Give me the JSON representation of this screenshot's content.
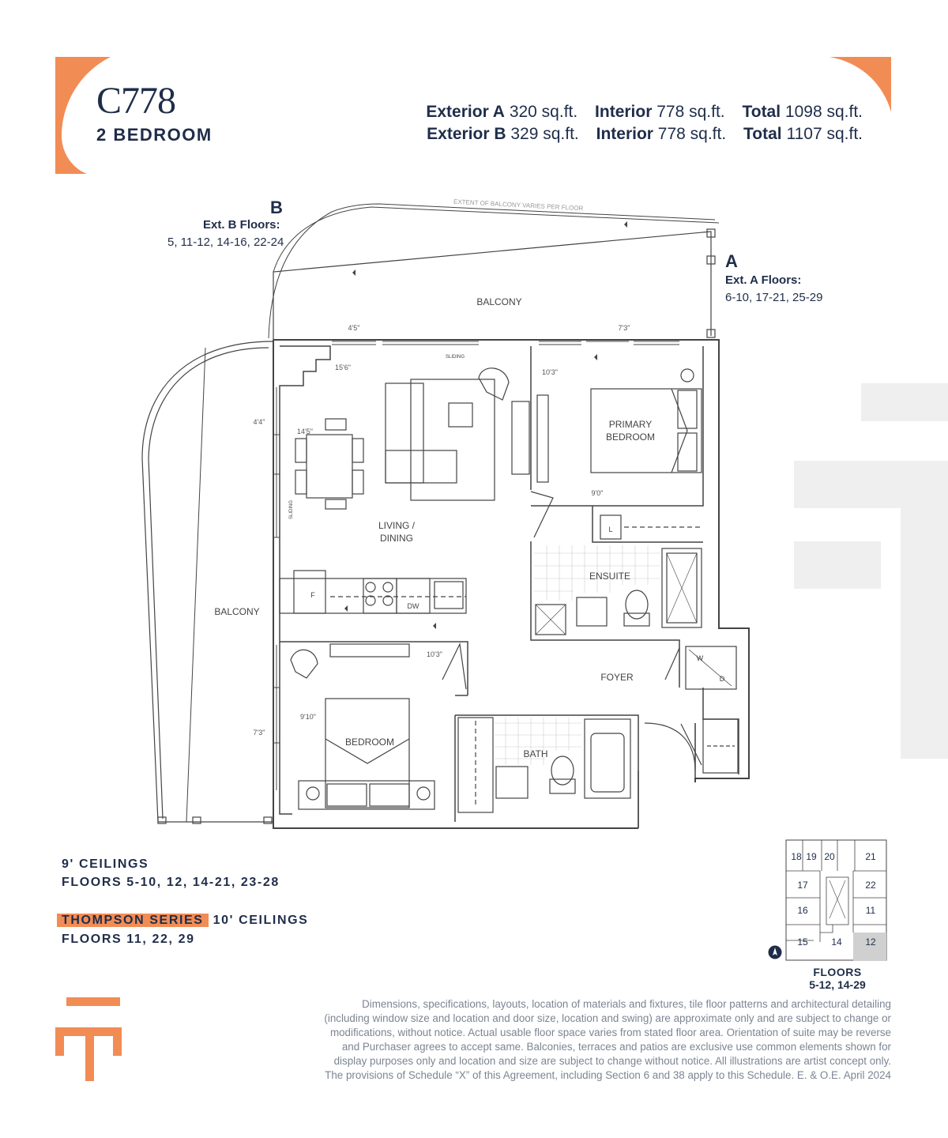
{
  "header": {
    "unit_code": "C778",
    "unit_type": "2 BEDROOM",
    "row_a": {
      "ext_label": "Exterior A",
      "ext_value": "320 sq.ft.",
      "int_label": "Interior",
      "int_value": "778 sq.ft.",
      "total_label": "Total",
      "total_value": "1098 sq.ft."
    },
    "row_b": {
      "ext_label": "Exterior B",
      "ext_value": "329 sq.ft.",
      "int_label": "Interior",
      "int_value": "778 sq.ft.",
      "total_label": "Total",
      "total_value": "1107 sq.ft."
    }
  },
  "plan": {
    "ext_b": {
      "letter": "B",
      "title": "Ext. B Floors:",
      "floors": "5, 11-12, 14-16, 22-24"
    },
    "ext_a": {
      "letter": "A",
      "title": "Ext. A Floors:",
      "floors": "6-10, 17-21, 25-29"
    },
    "extent_note": "EXTENT OF BALCONY VARIES PER FLOOR",
    "rooms": {
      "balcony_top": "BALCONY",
      "balcony_left": "BALCONY",
      "living_1": "LIVING /",
      "living_2": "DINING",
      "primary_1": "PRIMARY",
      "primary_2": "BEDROOM",
      "ensuite": "ENSUITE",
      "foyer": "FOYER",
      "bedroom": "BEDROOM",
      "bath": "BATH"
    },
    "appliances": {
      "fridge": "F",
      "dishwasher": "DW",
      "linen": "L",
      "washer": "W",
      "dryer": "D"
    },
    "sliding": "SLIDING",
    "dimensions": {
      "d1": "4'5\"",
      "d2": "7'3\"",
      "d3": "15'6\"",
      "d4": "10'3\"",
      "d5": "4'4\"",
      "d6": "14'5\"",
      "d7": "9'0\"",
      "d8": "10'3\"",
      "d9": "9'10\"",
      "d10": "7'3\""
    }
  },
  "ceilings": {
    "standard_title": "9' CEILINGS",
    "standard_floors": "FLOORS 5-10, 12, 14-21, 23-28",
    "series_name": "THOMPSON SERIES",
    "series_ceiling": "10' CEILINGS",
    "series_floors": "FLOORS 11, 22, 29"
  },
  "keyplan": {
    "units": [
      "18",
      "19",
      "20",
      "21",
      "17",
      "22",
      "16",
      "11",
      "15",
      "14",
      "12"
    ],
    "title": "FLOORS",
    "range": "5-12, 14-29",
    "highlight_unit": "12"
  },
  "disclaimer": [
    "Dimensions, specifications, layouts, location of materials and fixtures, tile floor patterns and architectural detailing",
    "(including window size and location and door size, location and swing) are approximate only and are subject to change or",
    "modifications, without notice. Actual usable floor space varies from stated floor area. Orientation of suite may be reverse",
    "and Purchaser agrees to accept same. Balconies, terraces and patios are exclusive use common elements shown for",
    "display purposes only and location and size are subject to change without notice. All illustrations are artist concept only.",
    "The provisions of Schedule “X” of this Agreement, including Section 6 and 38 apply to this Schedule. E. & O.E. April 2024"
  ],
  "colors": {
    "accent": "#f28c55",
    "navy": "#1f2d4a",
    "line": "#444444",
    "watermark": "#efefef"
  }
}
